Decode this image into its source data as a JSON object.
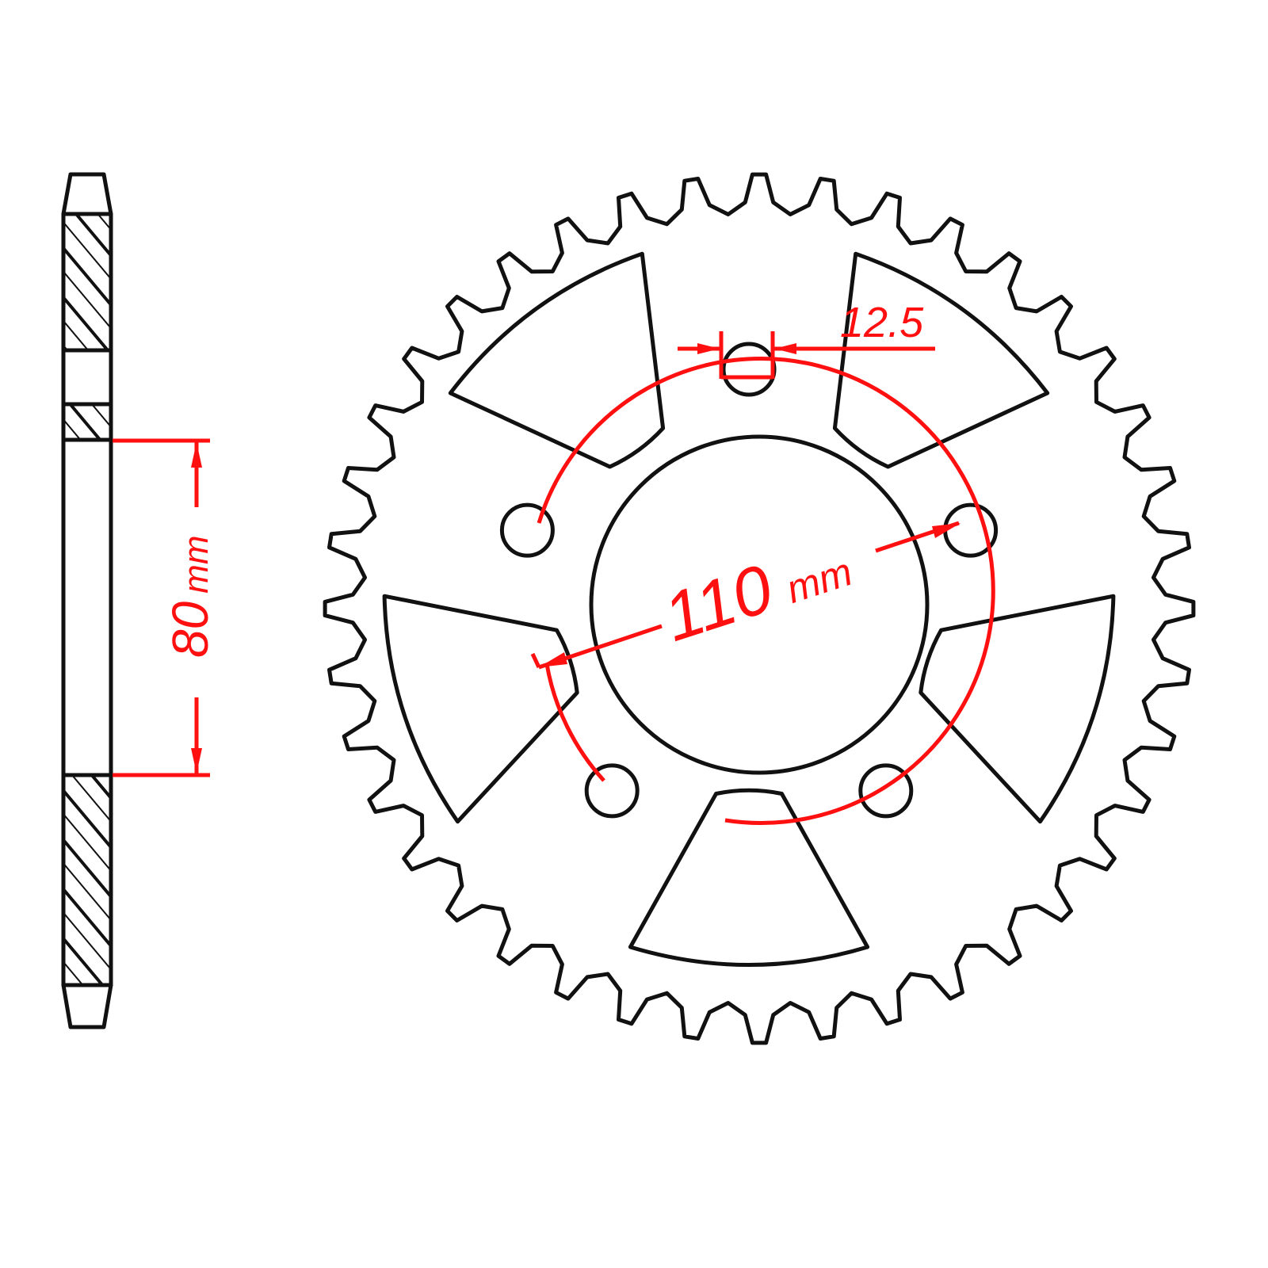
{
  "diagram": {
    "subject": "Rear chain sprocket technical drawing",
    "views": [
      "side-section",
      "front"
    ],
    "colors": {
      "outline": "#111111",
      "dimension": "#ff1010",
      "background": "#ffffff"
    },
    "sprocket": {
      "teeth_count": 40,
      "bolt_holes": 5,
      "lightening_windows": 5
    },
    "dimensions": {
      "hub_width": {
        "value": "80",
        "unit": "mm"
      },
      "bolt_circle": {
        "value": "110",
        "unit": "mm"
      },
      "bolt_hole": {
        "value": "12.5"
      }
    }
  }
}
